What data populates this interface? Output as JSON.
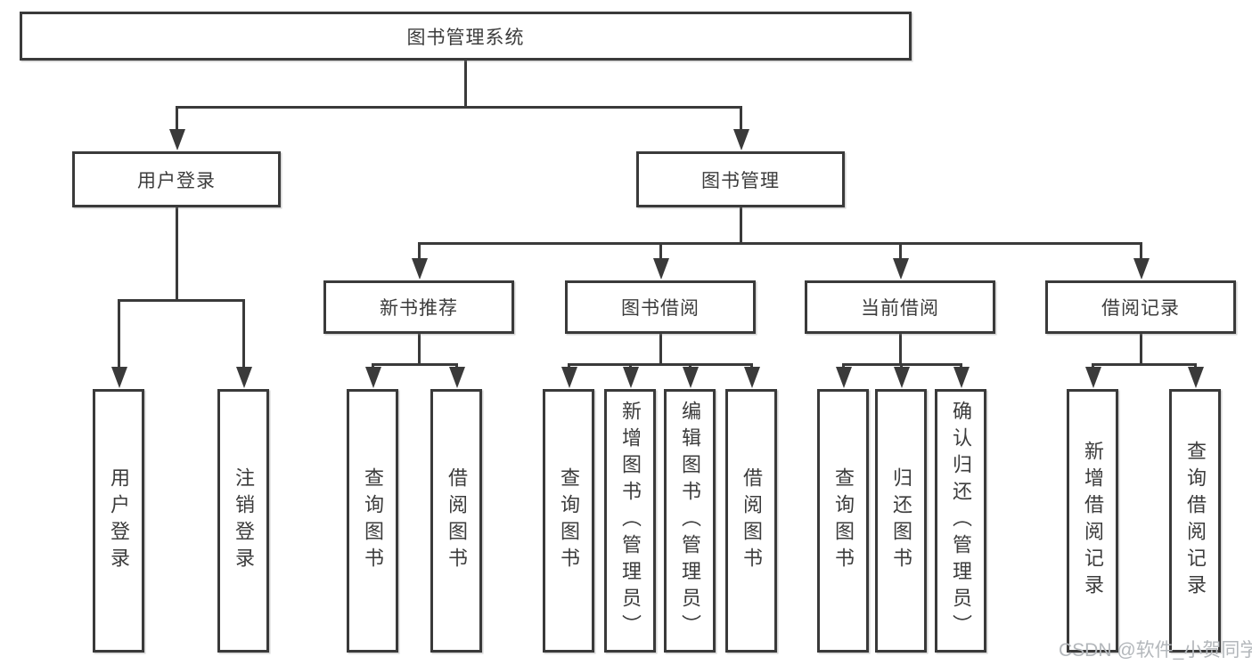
{
  "diagram": {
    "root_label": "图书管理系统",
    "level2": {
      "user_login_label": "用户登录",
      "book_mgmt_label": "图书管理"
    },
    "user_login_children": [
      "用户登录",
      "注销登录"
    ],
    "branches": {
      "new_books": {
        "label": "新书推荐",
        "children": [
          "查询图书",
          "借阅图书"
        ]
      },
      "book_borrow": {
        "label": "图书借阅",
        "children": [
          "查询图书",
          "新增图书（管理员）",
          "编辑图书（管理员）",
          "借阅图书"
        ]
      },
      "current_borrow": {
        "label": "当前借阅",
        "children": [
          "查询图书",
          "归还图书",
          "确认归还（管理员）"
        ]
      },
      "borrow_records": {
        "label": "借阅记录",
        "children": [
          "新增借阅记录",
          "查询借阅记录"
        ]
      }
    }
  },
  "watermark": {
    "text": "CSDN @软件_小贺同学"
  },
  "colors": {
    "line": "#3a3a3a",
    "text": "#3c3c3c",
    "bg": "#ffffff",
    "watermark": "#b3b7bb"
  }
}
